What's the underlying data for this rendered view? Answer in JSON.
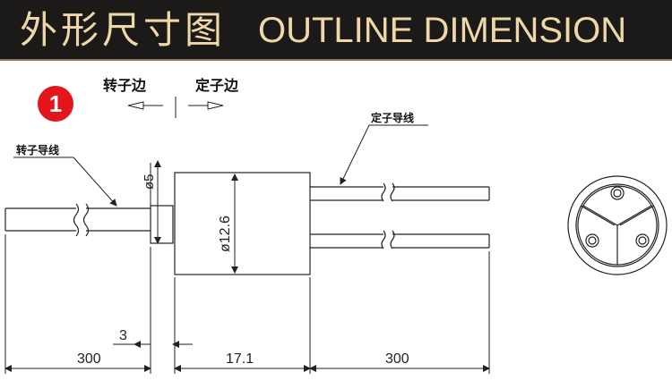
{
  "header": {
    "title_cn": "外形尺寸图",
    "title_en": "OUTLINE DIMENSION"
  },
  "badge": "1",
  "labels": {
    "rotor_side": "转子边",
    "stator_side": "定子边",
    "rotor_wire": "转子导线",
    "stator_wire": "定子导线"
  },
  "dimensions": {
    "shaft_dia": "ø5",
    "body_dia": "ø12.6",
    "shaft_len": "3",
    "left_wire_len": "300",
    "body_len": "17.1",
    "right_wire_len": "300"
  },
  "colors": {
    "header_bg": "#1c1a19",
    "header_text": "#efd8a8",
    "badge": "#e3161b",
    "line": "#222222"
  }
}
